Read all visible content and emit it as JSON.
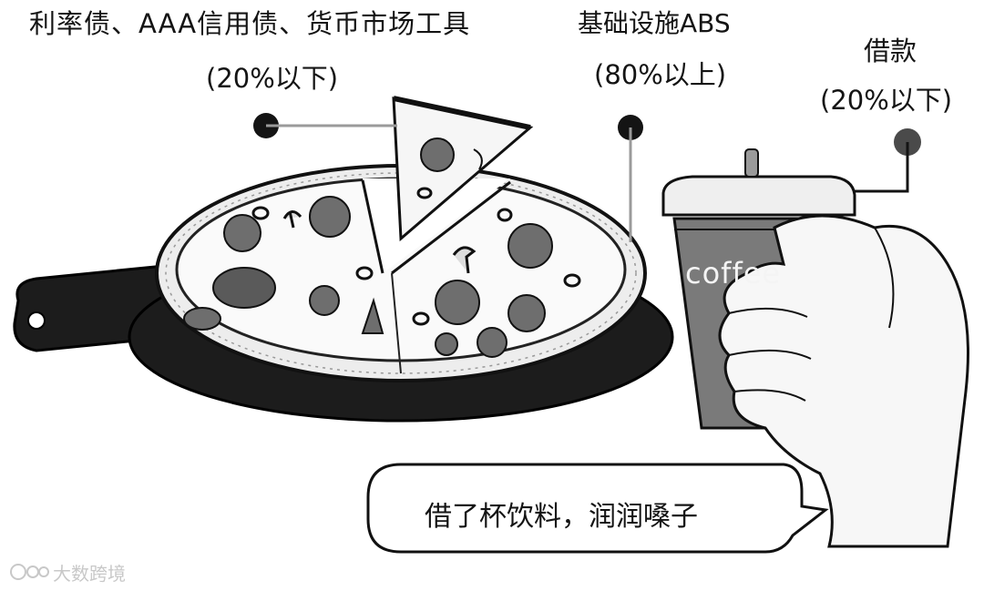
{
  "labels": {
    "rate_bonds": {
      "title": "利率债、AAA信用债、货币市场工具",
      "pct": "(20%以下)"
    },
    "infra_abs": {
      "title": "基础设施ABS",
      "pct": "(80%以上)"
    },
    "borrowing": {
      "title": "借款",
      "pct": "(20%以下)"
    }
  },
  "cup": {
    "text": "coffee"
  },
  "speech_bubble": {
    "text": "借了杯饮料，润润嗓子"
  },
  "watermark": {
    "text": "大数跨境"
  },
  "colors": {
    "ink": "#141414",
    "pan": "#1c1c1c",
    "crust": "#f2f2f2",
    "pepperoni": "#6e6e6e",
    "cup": "#7a7a7a",
    "hand": "#f7f7f7",
    "borrow_dot": "#4a4a4a"
  }
}
